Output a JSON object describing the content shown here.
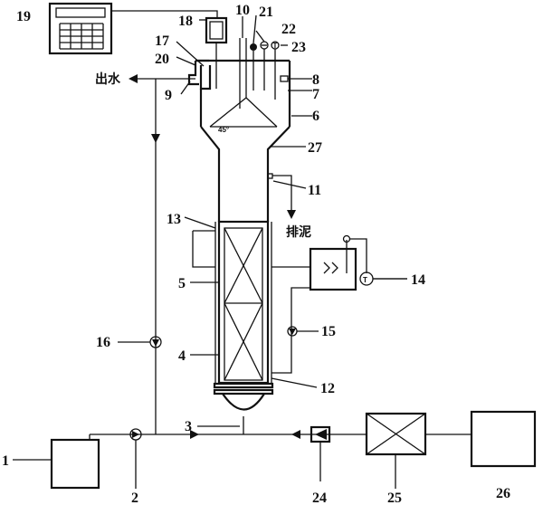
{
  "labels": {
    "n1": "1",
    "n2": "2",
    "n3": "3",
    "n4": "4",
    "n5": "5",
    "n6": "6",
    "n7": "7",
    "n8": "8",
    "n9": "9",
    "n10": "10",
    "n11": "11",
    "n12": "12",
    "n13": "13",
    "n14": "14",
    "n15": "15",
    "n16": "16",
    "n17": "17",
    "n18": "18",
    "n19": "19",
    "n20": "20",
    "n21": "21",
    "n22": "22",
    "n23": "23",
    "n24": "24",
    "n25": "25",
    "n26": "26",
    "n27": "27"
  },
  "text": {
    "outlet": "出水",
    "sludge": "排泥",
    "angle": "45°",
    "temp_symbol": "T"
  }
}
